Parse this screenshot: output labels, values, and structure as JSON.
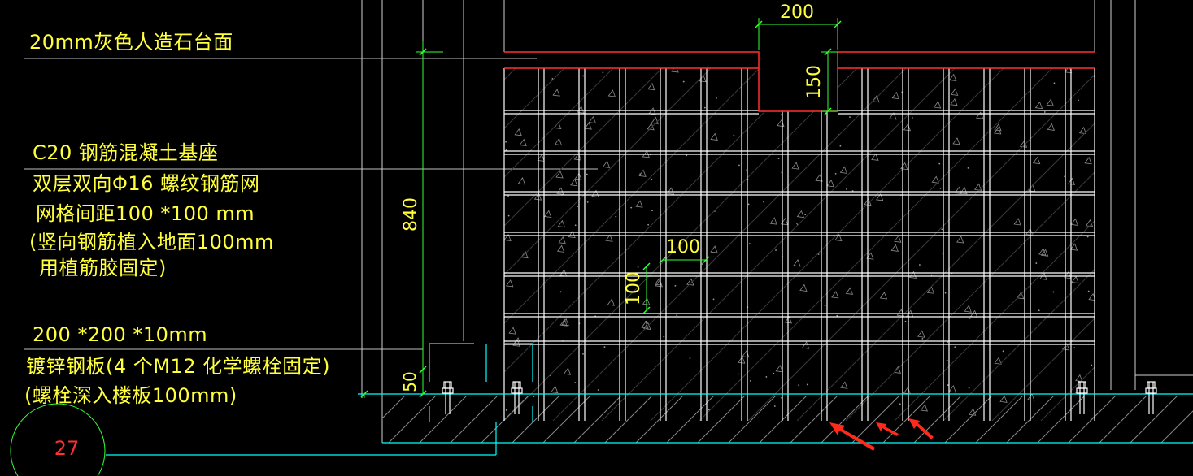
{
  "annotations": {
    "countertop": "20mm灰色人造石台面",
    "base_l1": "C20 钢筋混凝土基座",
    "base_l2": "双层双向Φ16 螺纹钢筋网",
    "base_l3": "网格间距100 *100 mm",
    "base_l4": "(竖向钢筋植入地面100mm",
    "base_l5": "用植筋胶固定)",
    "plate_l1": "200 *200 *10mm",
    "plate_l2": "镀锌钢板(4 个M12 化学螺栓固定)",
    "plate_l3": "(螺栓深入楼板100mm)"
  },
  "dimensions": {
    "notch_width": "200",
    "notch_depth": "150",
    "base_height": "840",
    "grid_h": "100",
    "grid_v": "100",
    "plate_height": "50"
  },
  "detail_mark": "27",
  "colors": {
    "background": "#000000",
    "text": "#ffff3c",
    "line": "#ffffff",
    "dim": "#00ff00",
    "cyan": "#00ffff",
    "red": "#ff3030",
    "arrow": "#ff2a1a"
  }
}
